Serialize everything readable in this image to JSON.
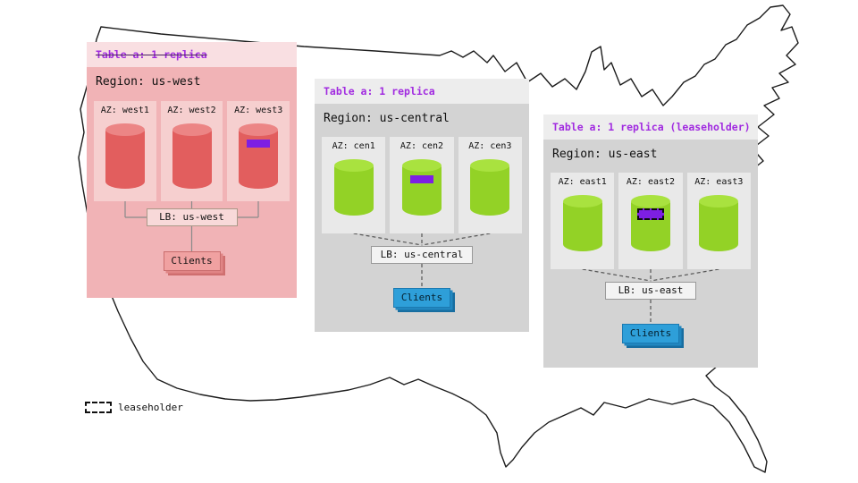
{
  "colors": {
    "accent_purple": "#a12be0",
    "replica_marker_purple": "#7d1fe3",
    "west_region_pink": "#f1b3b6",
    "west_cylinder_red": "#e25e5e",
    "gray_region": "#d3d3d3",
    "cylinder_green": "#93d226",
    "clients_blue": "#2e9fd9"
  },
  "panels": [
    {
      "table_label": "Table a: 1 replica",
      "table_label_struck_through": true,
      "region_label": "Region: us-west",
      "theme": "red",
      "azs": [
        {
          "label": "AZ: west1",
          "has_replica_marker": false
        },
        {
          "label": "AZ: west2",
          "has_replica_marker": false
        },
        {
          "label": "AZ: west3",
          "has_replica_marker": true,
          "is_leaseholder": false
        }
      ],
      "lb_label": "LB: us-west",
      "clients_label": "Clients"
    },
    {
      "table_label": "Table a: 1 replica",
      "table_label_struck_through": false,
      "region_label": "Region: us-central",
      "theme": "gray",
      "azs": [
        {
          "label": "AZ: cen1",
          "has_replica_marker": false
        },
        {
          "label": "AZ: cen2",
          "has_replica_marker": true,
          "is_leaseholder": false
        },
        {
          "label": "AZ: cen3",
          "has_replica_marker": false
        }
      ],
      "lb_label": "LB: us-central",
      "clients_label": "Clients"
    },
    {
      "table_label": "Table a: 1 replica (leaseholder)",
      "table_label_struck_through": false,
      "region_label": "Region: us-east",
      "theme": "gray",
      "azs": [
        {
          "label": "AZ: east1",
          "has_replica_marker": false
        },
        {
          "label": "AZ: east2",
          "has_replica_marker": true,
          "is_leaseholder": true
        },
        {
          "label": "AZ: east3",
          "has_replica_marker": false
        }
      ],
      "lb_label": "LB: us-east",
      "clients_label": "Clients"
    }
  ],
  "legend": {
    "label": "leaseholder"
  }
}
